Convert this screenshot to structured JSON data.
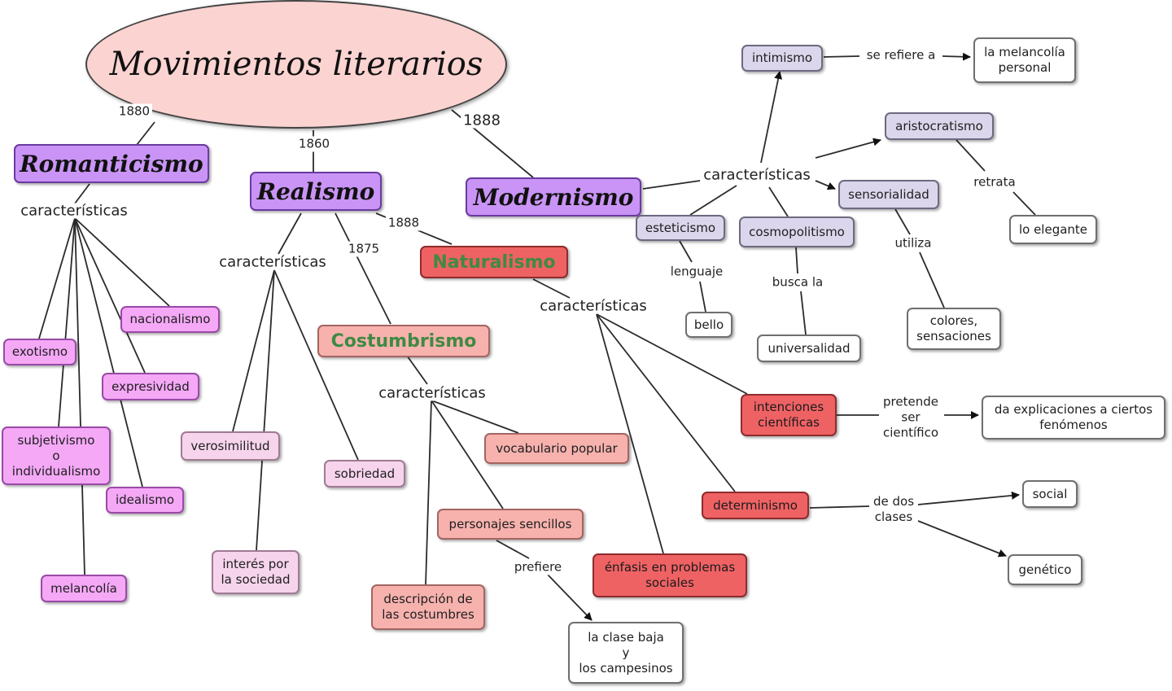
{
  "title": "Movimientos literarios",
  "years": {
    "romanticismo": "1880",
    "realismo": "1860",
    "modernismo": "1888",
    "naturalismo": "1888",
    "costumbrismo": "1875"
  },
  "movements": {
    "romanticismo": "Romanticismo",
    "realismo": "Realismo",
    "modernismo": "Modernismo",
    "naturalismo": "Naturalismo",
    "costumbrismo": "Costumbrismo"
  },
  "characteristics_label": "características",
  "romanticismo_items": {
    "nacionalismo": "nacionalismo",
    "exotismo": "exotismo",
    "expresividad": "expresividad",
    "subjetivismo": "subjetivismo\no\nindividualismo",
    "idealismo": "idealismo",
    "melancolia": "melancolía"
  },
  "realismo_items": {
    "verosimilitud": "verosimilitud",
    "sobriedad": "sobriedad",
    "interes": "interés por\nla sociedad"
  },
  "costumbrismo_items": {
    "vocabulario": "vocabulario popular",
    "personajes": "personajes sencillos",
    "descripcion": "descripción de\nlas costumbres",
    "prefiere_label": "prefiere",
    "clase_baja": "la clase baja\ny\nlos campesinos"
  },
  "naturalismo_items": {
    "intenciones": "intenciones\ncientíficas",
    "pretende_label": "pretende\nser\ncientífico",
    "explicaciones": "da explicaciones a ciertos\nfenómenos",
    "determinismo": "determinismo",
    "dos_clases_label": "de dos\nclases",
    "social": "social",
    "genetico": "genético",
    "enfasis": "énfasis en problemas\nsociales"
  },
  "modernismo_items": {
    "intimismo": "intimismo",
    "se_refiere_label": "se refiere a",
    "melancolia_personal": "la melancolía\npersonal",
    "aristocratismo": "aristocratismo",
    "retrata_label": "retrata",
    "lo_elegante": "lo elegante",
    "sensorialidad": "sensorialidad",
    "utiliza_label": "utiliza",
    "colores": "colores,\nsensaciones",
    "esteticismo": "esteticismo",
    "lenguaje_label": "lenguaje",
    "bello": "bello",
    "cosmopolitismo": "cosmopolitismo",
    "busca_label": "busca la",
    "universalidad": "universalidad"
  }
}
